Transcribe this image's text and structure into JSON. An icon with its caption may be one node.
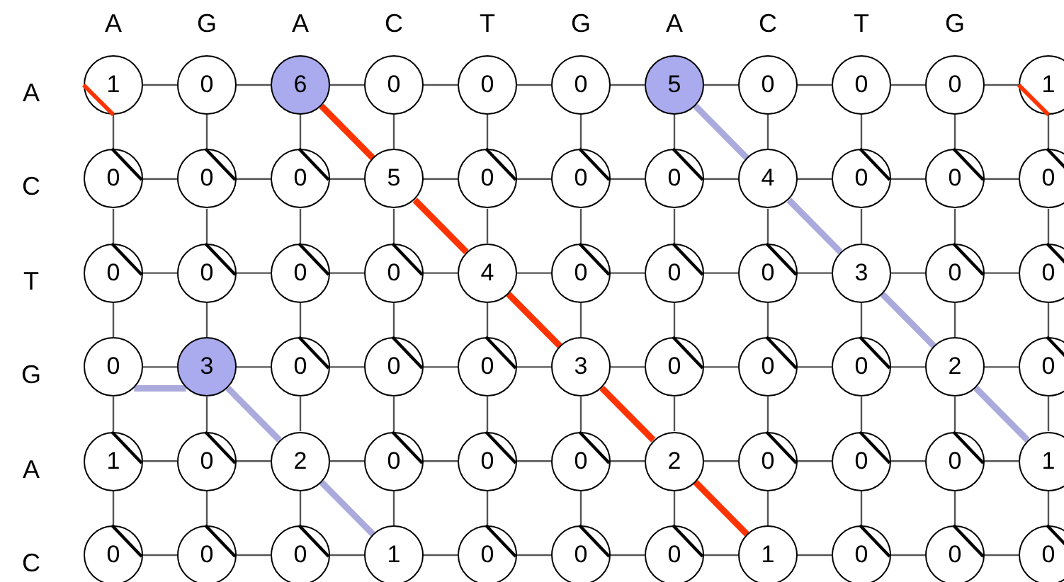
{
  "diagram": {
    "nodes": [
      {
        "text": [
          "1"
        ]
      },
      {
        "text": [
          "0"
        ]
      },
      {
        "text": [
          "6"
        ]
      },
      {
        "text": [
          "0"
        ]
      },
      {
        "text": [
          "0"
        ]
      },
      {
        "text": [
          "0"
        ]
      },
      {
        "text": [
          "5"
        ]
      },
      {
        "text": [
          "0"
        ]
      },
      {
        "text": [
          "0"
        ]
      },
      {
        "text": [
          "0"
        ]
      },
      {
        "text": [
          "1"
        ]
      },
      {
        "text": [
          "0"
        ]
      },
      {
        "text": [
          "0"
        ]
      },
      {
        "text": [
          "0"
        ]
      },
      {
        "text": [
          "5"
        ]
      },
      {
        "text": [
          "0"
        ]
      },
      {
        "text": [
          "0"
        ]
      },
      {
        "text": [
          "0"
        ]
      },
      {
        "text": [
          "4"
        ]
      },
      {
        "text": [
          "0"
        ]
      },
      {
        "text": [
          "0"
        ]
      },
      {
        "text": [
          "0"
        ]
      },
      {
        "text": [
          "0"
        ]
      },
      {
        "text": [
          "0"
        ]
      },
      {
        "text": [
          "0"
        ]
      },
      {
        "text": [
          "0"
        ]
      },
      {
        "text": [
          "4"
        ]
      },
      {
        "text": [
          "0"
        ]
      },
      {
        "text": [
          "0"
        ]
      },
      {
        "text": [
          "0"
        ]
      },
      {
        "text": [
          "3"
        ]
      },
      {
        "text": [
          "0"
        ]
      },
      {
        "text": [
          "0"
        ]
      },
      {
        "text": [
          "0"
        ]
      },
      {
        "text": [
          "3"
        ]
      },
      {
        "text": [
          "0"
        ]
      },
      {
        "text": [
          "0"
        ]
      },
      {
        "text": [
          "0"
        ]
      },
      {
        "text": [
          "3"
        ]
      },
      {
        "text": [
          "0"
        ]
      },
      {
        "text": [
          "0"
        ]
      },
      {
        "text": [
          "0"
        ]
      },
      {
        "text": [
          "2"
        ]
      },
      {
        "text": [
          "0"
        ]
      },
      {
        "text": [
          "1"
        ]
      },
      {
        "text": [
          "0"
        ]
      },
      {
        "text": [
          "2"
        ]
      },
      {
        "text": [
          "0"
        ]
      },
      {
        "text": [
          "0"
        ]
      },
      {
        "text": [
          "0"
        ]
      },
      {
        "text": [
          "2"
        ]
      },
      {
        "text": [
          "0"
        ]
      },
      {
        "text": [
          "0"
        ]
      },
      {
        "text": [
          "0"
        ]
      },
      {
        "text": [
          "1"
        ]
      },
      {
        "text": [
          "0"
        ]
      },
      {
        "text": [
          "0"
        ]
      },
      {
        "text": [
          "0"
        ]
      },
      {
        "text": [
          "1"
        ]
      },
      {
        "text": [
          "0"
        ]
      },
      {
        "text": [
          "0"
        ]
      },
      {
        "text": [
          "0"
        ]
      },
      {
        "text": [
          "1"
        ]
      },
      {
        "text": [
          "0"
        ]
      },
      {
        "text": [
          "0"
        ]
      },
      {
        "text": [
          "0"
        ]
      }
    ],
    "edges": [
      {
        "from": 0,
        "to": 1,
        "arrow": "none"
      },
      {
        "from": 1,
        "to": 2,
        "arrow": "none"
      },
      {
        "from": 2,
        "to": 3,
        "arrow": "none"
      },
      {
        "from": 3,
        "to": 4,
        "arrow": "none"
      },
      {
        "from": 4,
        "to": 5,
        "arrow": "none"
      },
      {
        "from": 5,
        "to": 6,
        "arrow": "none"
      },
      {
        "from": 6,
        "to": 7,
        "arrow": "none"
      },
      {
        "from": 7,
        "to": 8,
        "arrow": "none"
      },
      {
        "from": 8,
        "to": 9,
        "arrow": "none"
      },
      {
        "from": 9,
        "to": 10,
        "arrow": "none"
      },
      {
        "from": 11,
        "to": 12,
        "arrow": "none"
      },
      {
        "from": 12,
        "to": 13,
        "arrow": "none"
      },
      {
        "from": 13,
        "to": 14,
        "arrow": "none"
      },
      {
        "from": 14,
        "to": 15,
        "arrow": "none"
      },
      {
        "from": 15,
        "to": 16,
        "arrow": "none"
      },
      {
        "from": 16,
        "to": 17,
        "arrow": "none"
      },
      {
        "from": 17,
        "to": 18,
        "arrow": "none"
      },
      {
        "from": 18,
        "to": 19,
        "arrow": "none"
      },
      {
        "from": 19,
        "to": 20,
        "arrow": "none"
      },
      {
        "from": 20,
        "to": 21,
        "arrow": "none"
      },
      {
        "from": 22,
        "to": 23,
        "arrow": "none"
      },
      {
        "from": 23,
        "to": 24,
        "arrow": "none"
      },
      {
        "from": 24,
        "to": 25,
        "arrow": "none"
      },
      {
        "from": 25,
        "to": 26,
        "arrow": "none"
      },
      {
        "from": 26,
        "to": 27,
        "arrow": "none"
      },
      {
        "from": 27,
        "to": 28,
        "arrow": "none"
      },
      {
        "from": 28,
        "to": 29,
        "arrow": "none"
      },
      {
        "from": 29,
        "to": 30,
        "arrow": "none"
      },
      {
        "from": 30,
        "to": 31,
        "arrow": "none"
      },
      {
        "from": 31,
        "to": 32,
        "arrow": "none"
      },
      {
        "from": 33,
        "to": 34,
        "arrow": "none"
      },
      {
        "from": 34,
        "to": 35,
        "arrow": "none"
      },
      {
        "from": 35,
        "to": 36,
        "arrow": "none"
      },
      {
        "from": 36,
        "to": 37,
        "arrow": "none"
      },
      {
        "from": 37,
        "to": 38,
        "arrow": "none"
      },
      {
        "from": 38,
        "to": 39,
        "arrow": "none"
      },
      {
        "from": 39,
        "to": 40,
        "arrow": "none"
      },
      {
        "from": 40,
        "to": 41,
        "arrow": "none"
      },
      {
        "from": 41,
        "to": 42,
        "arrow": "none"
      },
      {
        "from": 42,
        "to": 43,
        "arrow": "none"
      },
      {
        "from": 44,
        "to": 45,
        "arrow": "none"
      },
      {
        "from": 45,
        "to": 46,
        "arrow": "none"
      },
      {
        "from": 46,
        "to": 47,
        "arrow": "none"
      },
      {
        "from": 47,
        "to": 48,
        "arrow": "none"
      },
      {
        "from": 48,
        "to": 49,
        "arrow": "none"
      },
      {
        "from": 49,
        "to": 50,
        "arrow": "none"
      },
      {
        "from": 50,
        "to": 51,
        "arrow": "none"
      },
      {
        "from": 51,
        "to": 52,
        "arrow": "none"
      },
      {
        "from": 52,
        "to": 53,
        "arrow": "none"
      },
      {
        "from": 53,
        "to": 54,
        "arrow": "none"
      },
      {
        "from": 55,
        "to": 56,
        "arrow": "none"
      },
      {
        "from": 56,
        "to": 57,
        "arrow": "none"
      },
      {
        "from": 57,
        "to": 58,
        "arrow": "none"
      },
      {
        "from": 58,
        "to": 59,
        "arrow": "none"
      },
      {
        "from": 59,
        "to": 60,
        "arrow": "none"
      },
      {
        "from": 60,
        "to": 61,
        "arrow": "none"
      },
      {
        "from": 61,
        "to": 62,
        "arrow": "none"
      },
      {
        "from": 62,
        "to": 63,
        "arrow": "none"
      },
      {
        "from": 63,
        "to": 64,
        "arrow": "none"
      },
      {
        "from": 64,
        "to": 65,
        "arrow": "none"
      },
      {
        "from": 0,
        "to": 11,
        "arrow": "none"
      },
      {
        "from": 1,
        "to": 12,
        "arrow": "none"
      },
      {
        "from": 2,
        "to": 13,
        "arrow": "none"
      },
      {
        "from": 3,
        "to": 14,
        "arrow": "none"
      },
      {
        "from": 4,
        "to": 15,
        "arrow": "none"
      },
      {
        "from": 5,
        "to": 16,
        "arrow": "none"
      },
      {
        "from": 6,
        "to": 17,
        "arrow": "none"
      },
      {
        "from": 7,
        "to": 18,
        "arrow": "none"
      },
      {
        "from": 8,
        "to": 19,
        "arrow": "none"
      },
      {
        "from": 9,
        "to": 20,
        "arrow": "none"
      },
      {
        "from": 10,
        "to": 21,
        "arrow": "none"
      },
      {
        "from": 11,
        "to": 22,
        "arrow": "none"
      },
      {
        "from": 12,
        "to": 23,
        "arrow": "none"
      },
      {
        "from": 13,
        "to": 24,
        "arrow": "none"
      },
      {
        "from": 14,
        "to": 25,
        "arrow": "none"
      },
      {
        "from": 15,
        "to": 26,
        "arrow": "none"
      },
      {
        "from": 16,
        "to": 27,
        "arrow": "none"
      },
      {
        "from": 17,
        "to": 28,
        "arrow": "none"
      },
      {
        "from": 18,
        "to": 29,
        "arrow": "none"
      },
      {
        "from": 19,
        "to": 30,
        "arrow": "none"
      },
      {
        "from": 20,
        "to": 31,
        "arrow": "none"
      },
      {
        "from": 21,
        "to": 32,
        "arrow": "none"
      },
      {
        "from": 22,
        "to": 33,
        "arrow": "none"
      },
      {
        "from": 23,
        "to": 34,
        "arrow": "none"
      },
      {
        "from": 24,
        "to": 35,
        "arrow": "none"
      },
      {
        "from": 25,
        "to": 36,
        "arrow": "none"
      },
      {
        "from": 26,
        "to": 37,
        "arrow": "none"
      },
      {
        "from": 27,
        "to": 38,
        "arrow": "none"
      },
      {
        "from": 28,
        "to": 39,
        "arrow": "none"
      },
      {
        "from": 29,
        "to": 40,
        "arrow": "none"
      },
      {
        "from": 30,
        "to": 41,
        "arrow": "none"
      },
      {
        "from": 31,
        "to": 42,
        "arrow": "none"
      },
      {
        "from": 32,
        "to": 43,
        "arrow": "none"
      },
      {
        "from": 33,
        "to": 44,
        "arrow": "none"
      },
      {
        "from": 34,
        "to": 45,
        "arrow": "none"
      },
      {
        "from": 35,
        "to": 46,
        "arrow": "none"
      },
      {
        "from": 36,
        "to": 47,
        "arrow": "none"
      },
      {
        "from": 37,
        "to": 48,
        "arrow": "none"
      },
      {
        "from": 38,
        "to": 49,
        "arrow": "none"
      },
      {
        "from": 39,
        "to": 50,
        "arrow": "none"
      },
      {
        "from": 40,
        "to": 51,
        "arrow": "none"
      },
      {
        "from": 41,
        "to": 52,
        "arrow": "none"
      },
      {
        "from": 42,
        "to": 53,
        "arrow": "none"
      },
      {
        "from": 43,
        "to": 54,
        "arrow": "none"
      },
      {
        "from": 44,
        "to": 55,
        "arrow": "none"
      },
      {
        "from": 45,
        "to": 56,
        "arrow": "none"
      },
      {
        "from": 46,
        "to": 57,
        "arrow": "none"
      },
      {
        "from": 47,
        "to": 58,
        "arrow": "none"
      },
      {
        "from": 48,
        "to": 59,
        "arrow": "none"
      },
      {
        "from": 49,
        "to": 60,
        "arrow": "none"
      },
      {
        "from": 50,
        "to": 61,
        "arrow": "none"
      },
      {
        "from": 51,
        "to": 62,
        "arrow": "none"
      },
      {
        "from": 52,
        "to": 63,
        "arrow": "none"
      },
      {
        "from": 53,
        "to": 64,
        "arrow": "none"
      },
      {
        "from": 54,
        "to": 65,
        "arrow": "none"
      },
      {
        "from": 2,
        "to": 14,
        "arrow": "none",
        "style": "thick",
        "color": "#ff3300"
      },
      {
        "from": 14,
        "to": 26,
        "arrow": "none",
        "style": "thick",
        "color": "#ff3300"
      },
      {
        "from": 26,
        "to": 38,
        "arrow": "none",
        "style": "thick",
        "color": "#ff3300"
      },
      {
        "from": 38,
        "to": 50,
        "arrow": "none",
        "style": "thick",
        "color": "#ff3300"
      },
      {
        "from": 50,
        "to": 62,
        "arrow": "none",
        "style": "thick",
        "color": "#ff3300"
      },
      {
        "from": 6,
        "to": 18,
        "arrow": "none",
        "style": "thick",
        "color": "#aaaadd"
      },
      {
        "from": 18,
        "to": 30,
        "arrow": "none",
        "style": "thick",
        "color": "#aaaadd"
      },
      {
        "from": 30,
        "to": 42,
        "arrow": "none",
        "style": "thick",
        "color": "#aaaadd"
      },
      {
        "from": 42,
        "to": 54,
        "arrow": "none",
        "style": "thick",
        "color": "#aaaadd"
      },
      {
        "from": 33,
        "to": 34,
        "arrow": "none",
        "style": "thick",
        "color": "#aaaadd"
      },
      {
        "from": 34,
        "to": 46,
        "arrow": "none",
        "style": "thick",
        "color": "#aaaadd"
      },
      {
        "from": 46,
        "to": 58,
        "arrow": "none",
        "style": "thick",
        "color": "#aaaadd"
      }
    ],
    "labels": [
      "A",
      "G",
      "A",
      "C",
      "T",
      "G",
      "A",
      "C",
      "T",
      "G",
      "A",
      "C",
      "T",
      "G",
      "A",
      "C"
    ]
  }
}
